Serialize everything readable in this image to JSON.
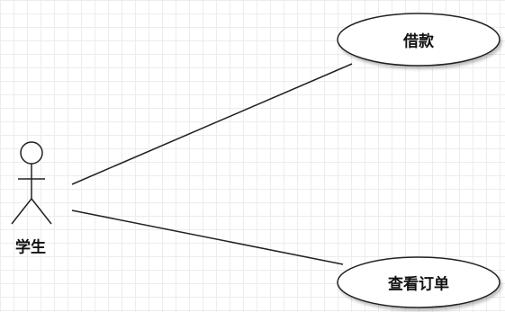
{
  "diagram": {
    "actor": {
      "label": "学生"
    },
    "use_cases": [
      {
        "label": "借款"
      },
      {
        "label": "查看订单"
      }
    ]
  }
}
